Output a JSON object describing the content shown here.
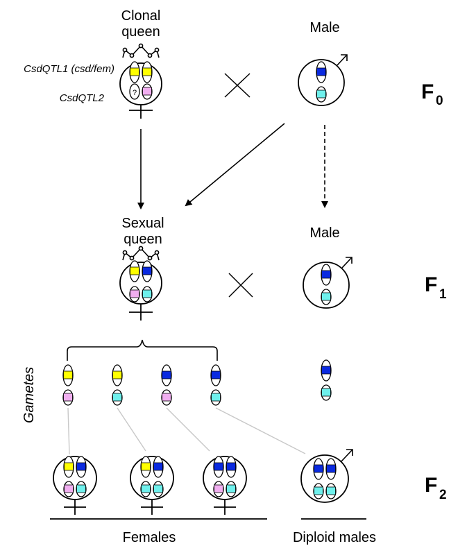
{
  "colors": {
    "yellow": "#ffff00",
    "blue": "#0a2ae0",
    "cyan": "#6ef0ec",
    "pink": "#f1aef0",
    "white": "#ffffff",
    "line": "#000000",
    "light_line": "#c8c8c8"
  },
  "labels": {
    "clonal_queen_line1": "Clonal",
    "clonal_queen_line2": "queen",
    "male_f0": "Male",
    "csdqtl1_italic": "CsdQTL1",
    "csdqtl1_paren": "(csd/fem)",
    "csdqtl2": "CsdQTL2",
    "unknown_allele": "?",
    "sexual_queen_line1": "Sexual",
    "sexual_queen_line2": "queen",
    "male_f1": "Male",
    "gametes": "Gametes",
    "females": "Females",
    "diploid_males": "Diploid males"
  },
  "generations": [
    {
      "main": "F",
      "sub": "0"
    },
    {
      "main": "F",
      "sub": "1"
    },
    {
      "main": "F",
      "sub": "2"
    }
  ],
  "symbols": {
    "cross": "cross-icon",
    "female": "female-symbol-icon",
    "male": "male-symbol-icon",
    "crown": "crown-icon"
  }
}
